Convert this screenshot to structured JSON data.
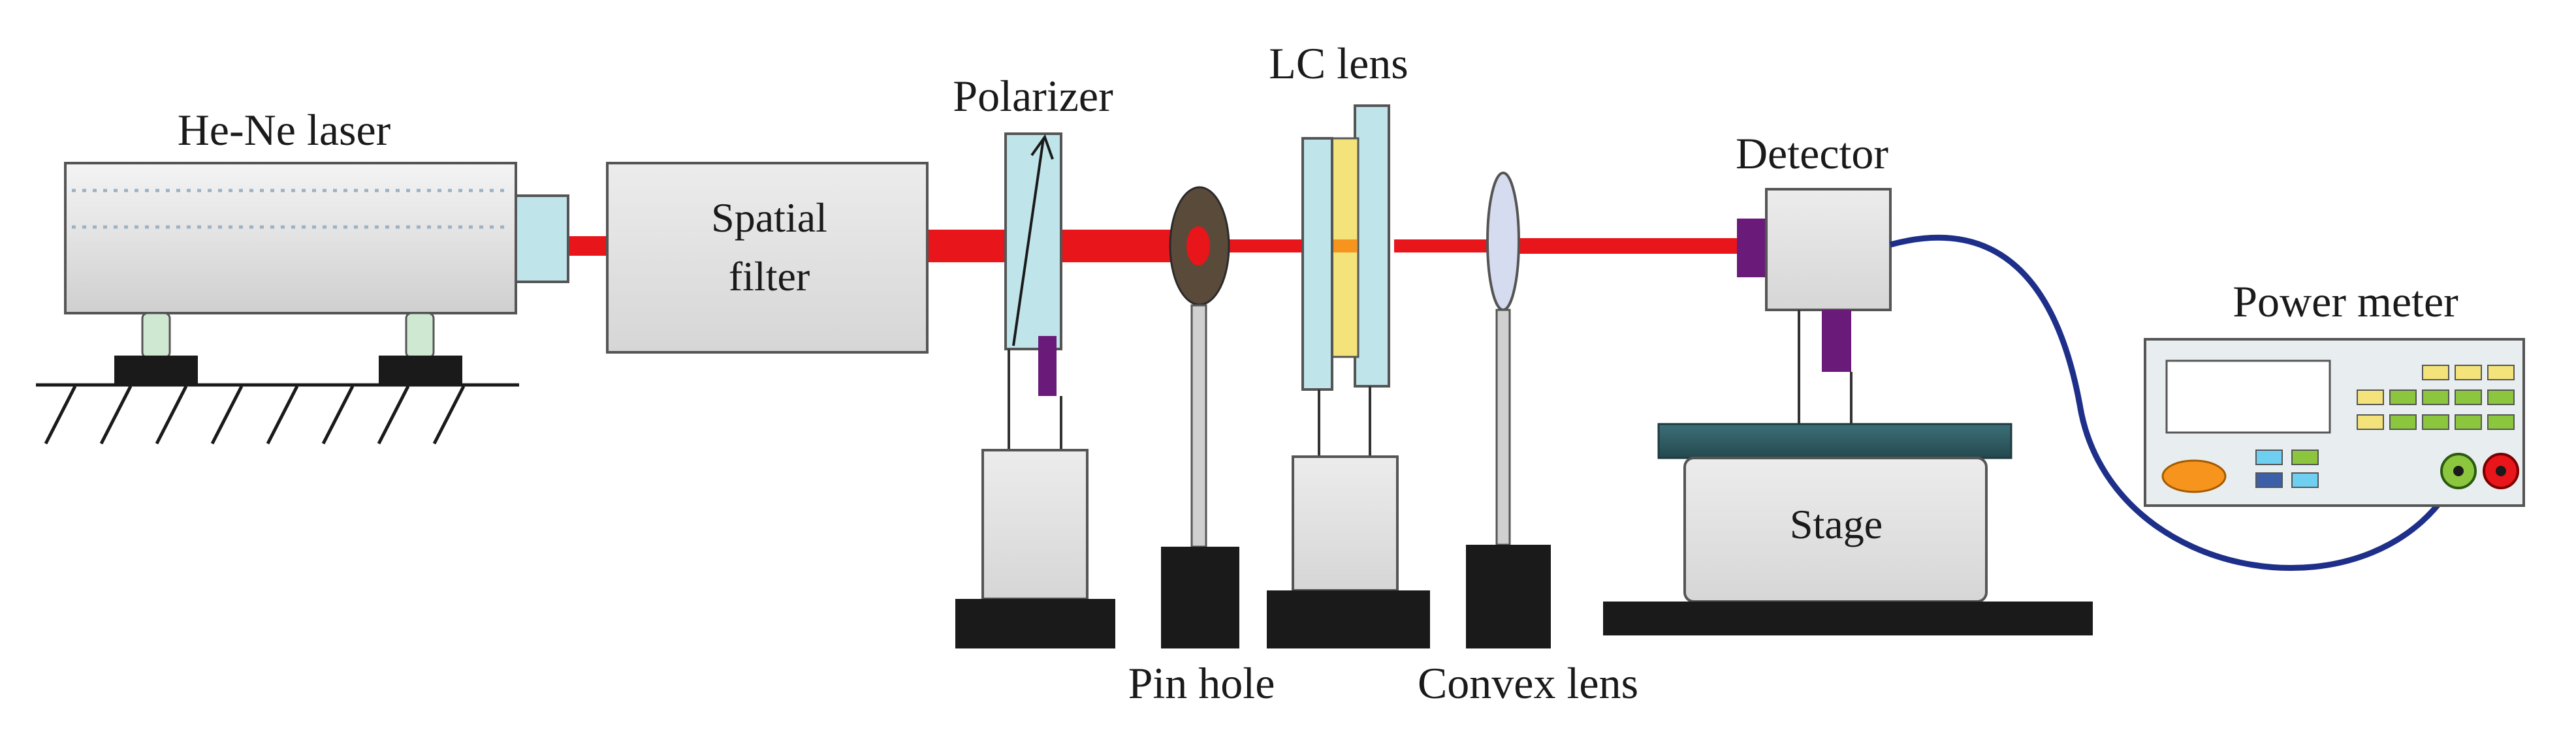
{
  "labels": {
    "laser": "He-Ne laser",
    "spatial_filter_line1": "Spatial",
    "spatial_filter_line2": "filter",
    "polarizer": "Polarizer",
    "lc_lens": "LC lens",
    "pin_hole": "Pin hole",
    "convex_lens": "Convex lens",
    "detector": "Detector",
    "power_meter": "Power meter",
    "stage": "Stage"
  },
  "colors": {
    "beam": "#e8151b",
    "housing_fill": "#e8e8e8",
    "light_blue": "#bfe4ea",
    "purple": "#6a1a78",
    "dark_teal": "#2f5a62",
    "cable": "#1e2f8a",
    "yellow": "#f4e37a",
    "green_button": "#8cc63f",
    "orange_button": "#f7941d"
  }
}
